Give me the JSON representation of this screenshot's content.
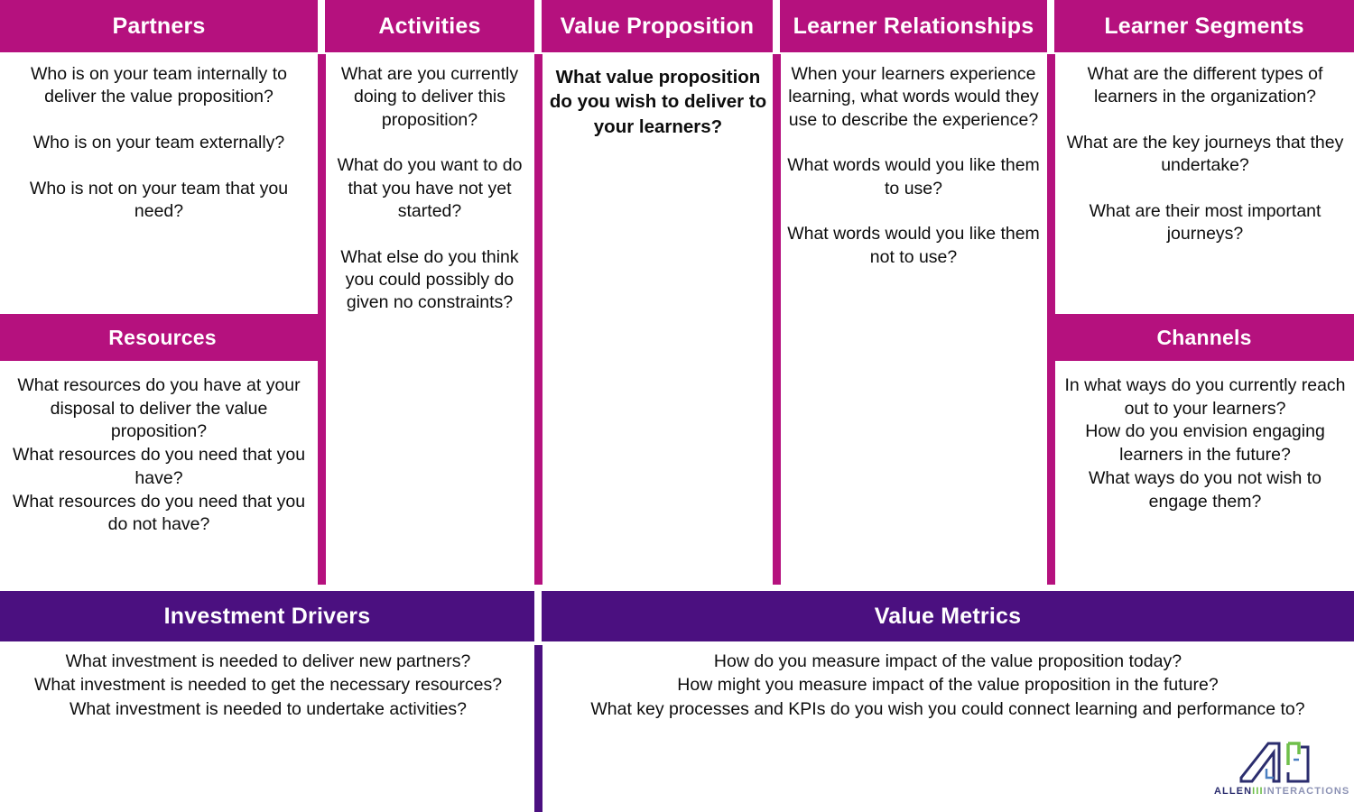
{
  "colors": {
    "magenta": "#b5117e",
    "purple": "#4b1080",
    "text": "#0d0d0d",
    "header_text": "#ffffff",
    "logo_navy": "#2b2d6e",
    "logo_green": "#6fbf4a",
    "logo_grey": "#8d93b5"
  },
  "blocks": {
    "partners": {
      "title": "Partners",
      "body": "Who is on your team internally to deliver the value proposition?\n\nWho is on your team externally?\n\nWho is not on your team that you need?"
    },
    "resources": {
      "title": "Resources",
      "body": "What resources do you have at your disposal to deliver the value proposition?\nWhat resources do you need that you have?\nWhat resources do you need that you do not have?"
    },
    "activities": {
      "title": "Activities",
      "body": "What are you currently doing to deliver this proposition?\n\nWhat do you want to do that you have not yet started?\n\nWhat else do you think you could possibly do given no constraints?"
    },
    "value_proposition": {
      "title": "Value Proposition",
      "body": "What value proposition do you wish to deliver to your learners?"
    },
    "learner_relationships": {
      "title": "Learner Relationships",
      "body": "When your learners experience learning, what words would they use to describe the experience?\n\nWhat words would you like them to use?\n\nWhat words would you like them not to use?"
    },
    "learner_segments": {
      "title": "Learner Segments",
      "body": "What are the different types of learners in the organization?\n\nWhat are the key journeys that they undertake?\n\nWhat are their most important journeys?"
    },
    "channels": {
      "title": "Channels",
      "body": "In what ways do you currently reach out to your learners?\nHow do you envision engaging learners in the future?\nWhat ways do you not wish to engage them?"
    },
    "investment_drivers": {
      "title": "Investment Drivers",
      "body": "What investment is needed to deliver new partners?\nWhat investment is needed to get the necessary resources?\nWhat investment is needed to undertake activities?"
    },
    "value_metrics": {
      "title": "Value Metrics",
      "body": "How do you measure impact of the value proposition today?\nHow might you measure impact of the value proposition in the future?\nWhat key processes and KPIs do you wish you could connect learning and performance to?"
    }
  },
  "logo": {
    "name_primary": "ALLEN",
    "name_separator": "III",
    "name_secondary": "INTERACTIONS"
  }
}
